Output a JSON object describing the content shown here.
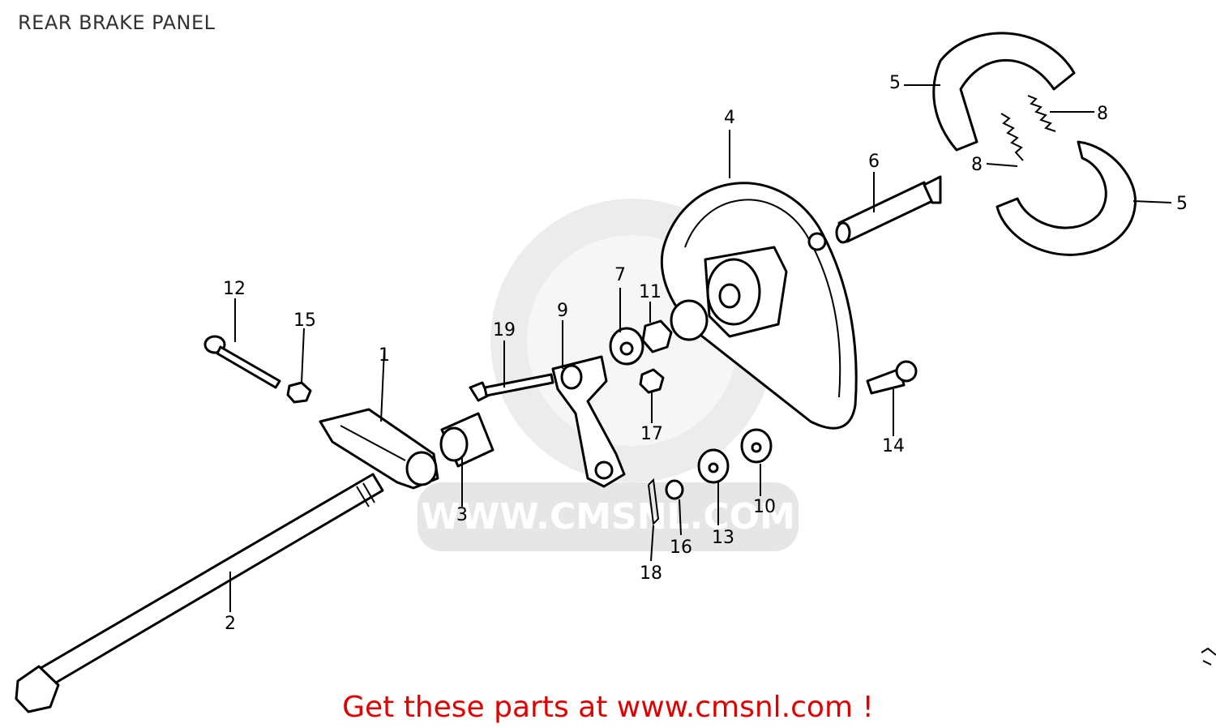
{
  "title": "REAR BRAKE PANEL",
  "footer": "Get these parts at www.cmsnl.com !",
  "watermark": {
    "text": "WWW.CMSNL.COM",
    "color": "#e6e6e6"
  },
  "callouts": {
    "p1": "1",
    "p2": "2",
    "p3": "3",
    "p4": "4",
    "p5a": "5",
    "p5b": "5",
    "p6": "6",
    "p7": "7",
    "p8a": "8",
    "p8b": "8",
    "p9": "9",
    "p10": "10",
    "p11": "11",
    "p12": "12",
    "p13": "13",
    "p14": "14",
    "p15": "15",
    "p16": "16",
    "p17": "17",
    "p18": "18",
    "p19": "19"
  },
  "colors": {
    "footer": "#e00000",
    "title": "#333333"
  }
}
